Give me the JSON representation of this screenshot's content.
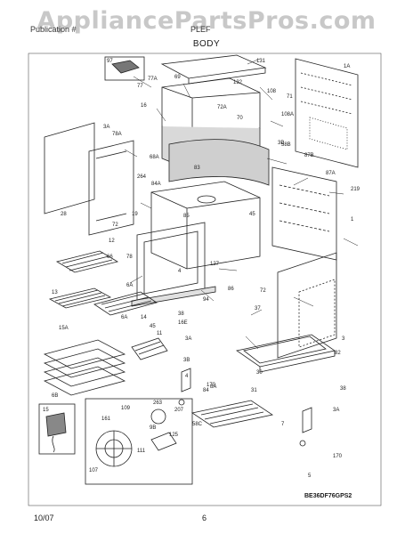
{
  "header": {
    "watermark": "AppliancePartsPros.com",
    "publication_label": "Publication #",
    "model_label": "PLEF",
    "section_title": "BODY"
  },
  "footer": {
    "date": "10/07",
    "page_number": "6",
    "diagram_code": "BE36DF76GPS2"
  },
  "callouts": [
    "97",
    "77A",
    "77",
    "69",
    "131",
    "1A",
    "16",
    "132",
    "108",
    "72A",
    "108A",
    "70",
    "71",
    "68A",
    "3A",
    "3B",
    "78A",
    "83",
    "58B",
    "87B",
    "87A",
    "219",
    "264",
    "84A",
    "28",
    "72",
    "19",
    "78",
    "85",
    "12",
    "1",
    "127",
    "45",
    "86",
    "94",
    "4",
    "72",
    "6A",
    "13",
    "38",
    "14",
    "37",
    "15A",
    "16E",
    "3A",
    "66",
    "45",
    "7",
    "11",
    "3B",
    "30",
    "170",
    "6B",
    "6A",
    "31",
    "15",
    "161",
    "109",
    "263",
    "207",
    "9B",
    "125",
    "84",
    "107",
    "111",
    "5",
    "3",
    "4",
    "82",
    "38",
    "8A",
    "58C",
    "170",
    "3A"
  ]
}
